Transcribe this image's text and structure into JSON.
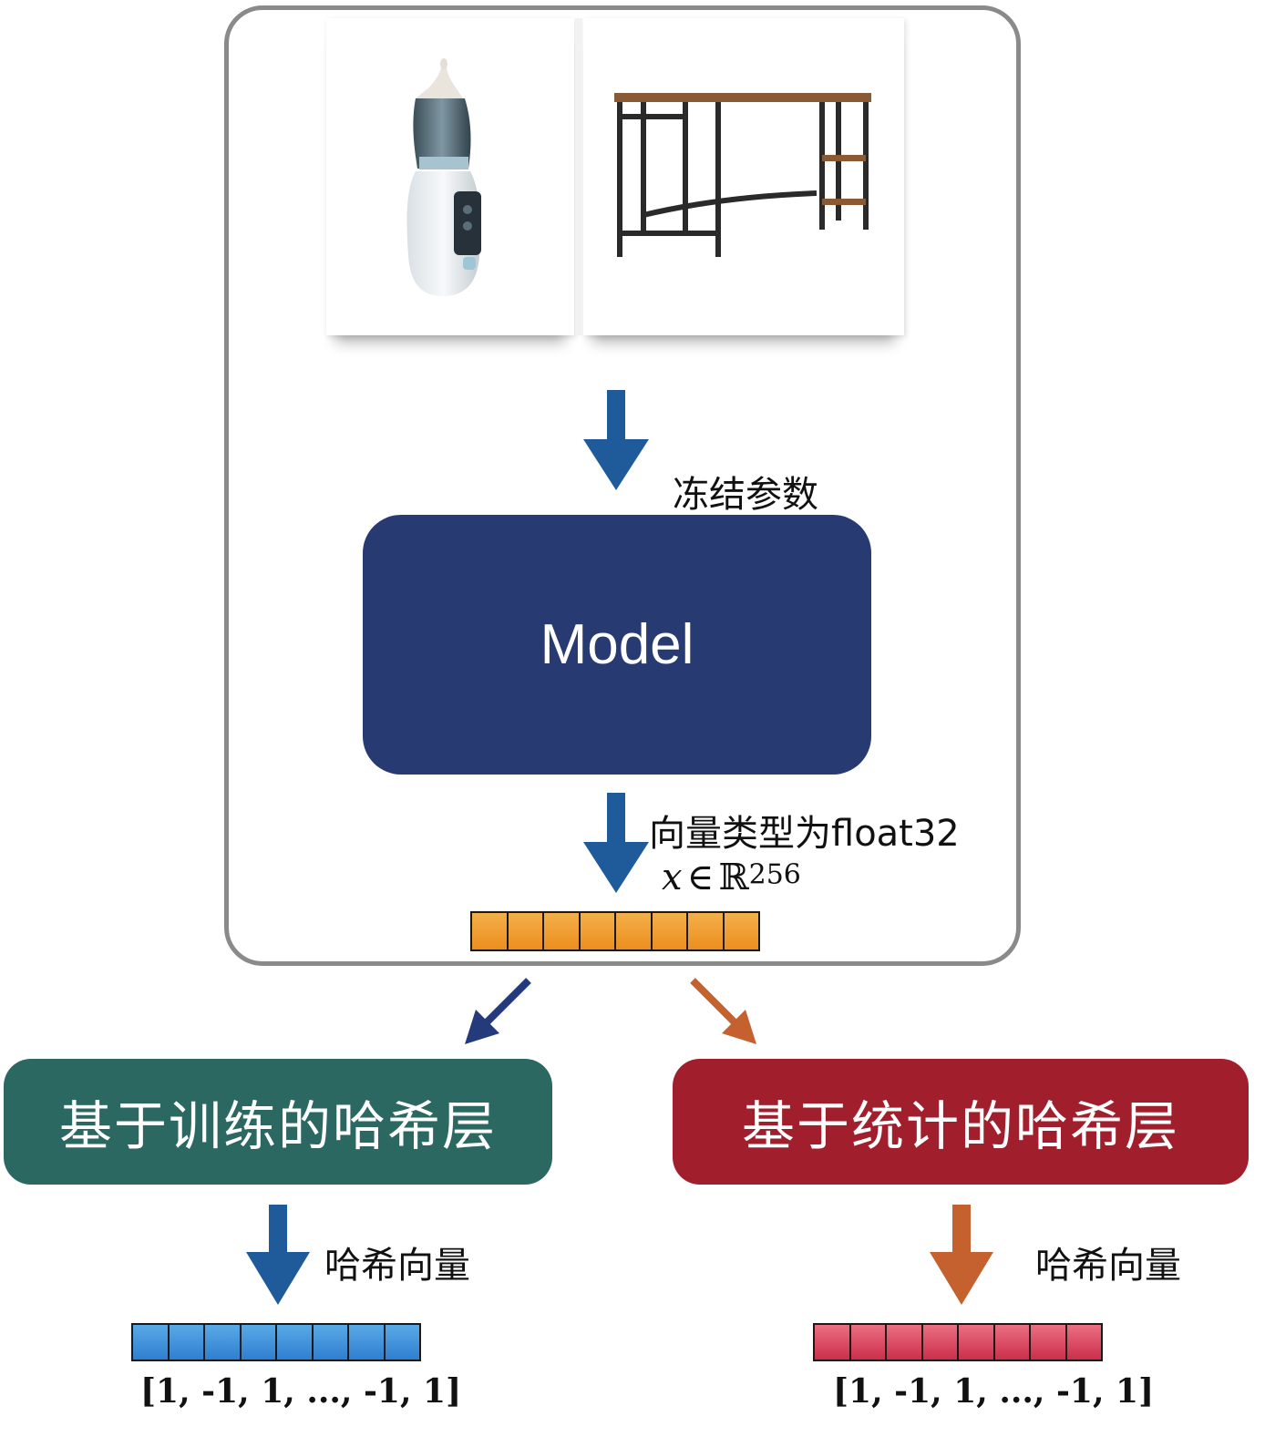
{
  "model": {
    "label": "Model",
    "annotation": "冻结参数"
  },
  "embedding": {
    "annotation": "向量类型为float32",
    "math_x": "x",
    "math_in": "∈",
    "math_R": "ℝ",
    "math_dim": "256"
  },
  "branches": [
    {
      "label": "基于训练的哈希层",
      "output_annotation": "哈希向量",
      "vector": "[1, -1, 1, ..., -1, 1]",
      "color": "#2b6862",
      "arrow_color": "#1f5b9b"
    },
    {
      "label": "基于统计的哈希层",
      "output_annotation": "哈希向量",
      "vector": "[1, -1, 1, ..., -1, 1]",
      "color": "#a11f2c",
      "arrow_color": "#c4612e"
    }
  ],
  "colors": {
    "frame": "#8a8a8a",
    "model": "#273a72",
    "arrow_blue": "#1f5b9b",
    "arrow_navy": "#243a7a",
    "arrow_orange": "#c4612e",
    "embedding_cell": "#f0a030",
    "hash_blue_cell": "#3a8ad8",
    "hash_red_cell": "#d84a62"
  },
  "icons": [
    "nasal-aspirator-image",
    "desk-image"
  ]
}
